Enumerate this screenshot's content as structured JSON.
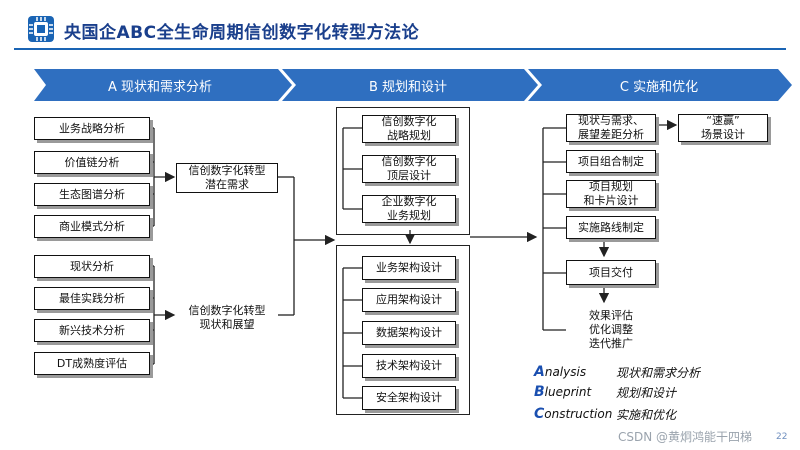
{
  "title": "央国企ABC全生命周期信创数字化转型方法论",
  "phases": {
    "a": "A 现状和需求分析",
    "b": "B 规划和设计",
    "c": "C 实施和优化"
  },
  "col_a": {
    "upper": [
      "业务战略分析",
      "价值链分析",
      "生态图谱分析",
      "商业模式分析"
    ],
    "lower": [
      "现状分析",
      "最佳实践分析",
      "新兴技术分析",
      "DT成熟度评估"
    ],
    "mid_upper": "信创数字化转型\n潜在需求",
    "mid_lower": "信创数字化转型\n现状和展望"
  },
  "col_b": {
    "top": [
      "信创数字化\n战略规划",
      "信创数字化\n顶层设计",
      "企业数字化\n业务规划"
    ],
    "bottom": [
      "业务架构设计",
      "应用架构设计",
      "数据架构设计",
      "技术架构设计",
      "安全架构设计"
    ]
  },
  "col_c": {
    "gap": "现状与需求、\n展望差距分析",
    "quick_win": "“速赢”\n场景设计",
    "portfolio": "项目组合制定",
    "planning": "项目规划\n和卡片设计",
    "roadmap": "实施路线制定",
    "delivery": "项目交付",
    "eval": "效果评估\n优化调整\n迭代推广"
  },
  "legend": [
    {
      "cap": "A",
      "rest": "nalysis",
      "cn": "现状和需求分析"
    },
    {
      "cap": "B",
      "rest": "lueprint",
      "cn": "规划和设计"
    },
    {
      "cap": "C",
      "rest": "onstruction",
      "cn": "实施和优化"
    }
  ],
  "watermark": "CSDN @黄炯鸿能干四梯",
  "page_number": "22",
  "colors": {
    "band": "#2f6fc0",
    "title": "#1a3f8c",
    "legend_cap": "#1a4fb0"
  }
}
